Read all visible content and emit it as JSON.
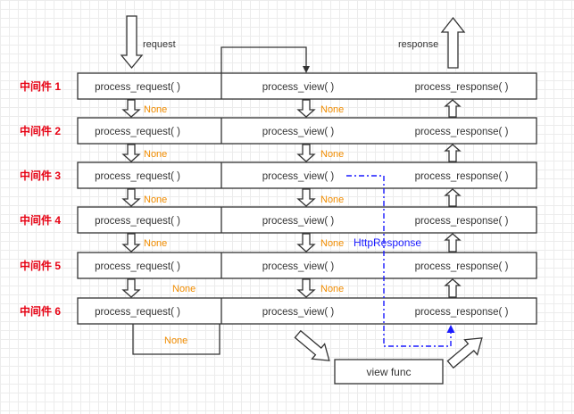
{
  "labels": {
    "request": "request",
    "response": "response",
    "view_func": "view func",
    "http_response": "HttpResponse",
    "none": "None"
  },
  "columns": {
    "c1": "process_request( )",
    "c2": "process_view( )",
    "c3": "process_response( )"
  },
  "middlewares": [
    "中间件 1",
    "中间件 2",
    "中间件 3",
    "中间件 4",
    "中间件 5",
    "中间件 6"
  ],
  "colors": {
    "label": "#e60012",
    "none": "#f08c00",
    "http_response": "#1a1aff",
    "stroke": "#333333"
  }
}
